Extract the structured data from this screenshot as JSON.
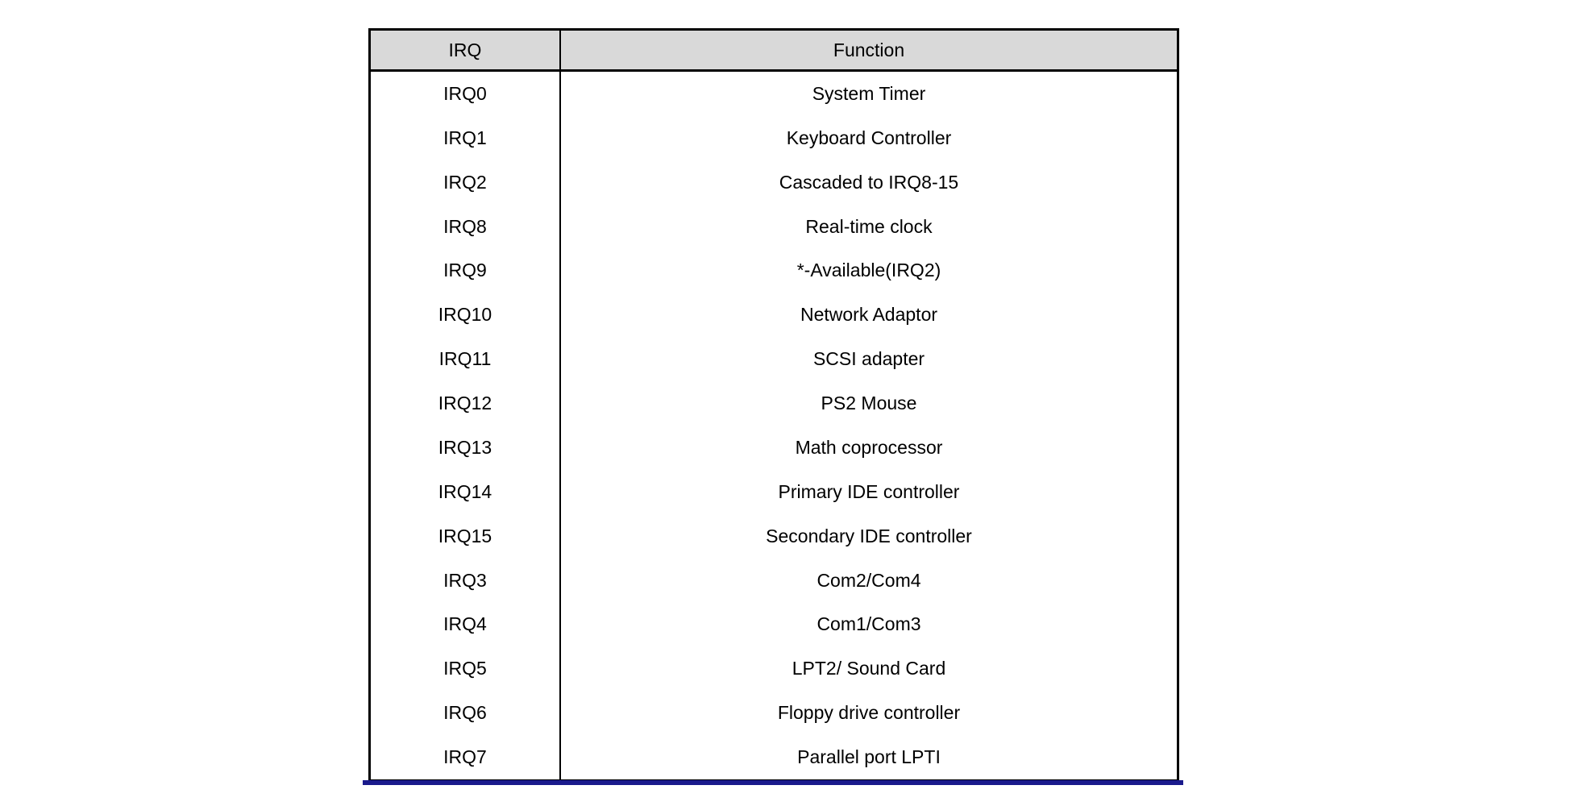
{
  "table": {
    "headers": {
      "irq": "IRQ",
      "function": "Function"
    },
    "rows": [
      {
        "irq": "IRQ0",
        "function": "System Timer"
      },
      {
        "irq": "IRQ1",
        "function": "Keyboard Controller"
      },
      {
        "irq": "IRQ2",
        "function": "Cascaded to IRQ8-15"
      },
      {
        "irq": "IRQ8",
        "function": "Real-time clock"
      },
      {
        "irq": "IRQ9",
        "function": "*-Available(IRQ2)"
      },
      {
        "irq": "IRQ10",
        "function": "Network Adaptor"
      },
      {
        "irq": "IRQ11",
        "function": "SCSI adapter"
      },
      {
        "irq": "IRQ12",
        "function": "PS2 Mouse"
      },
      {
        "irq": "IRQ13",
        "function": "Math coprocessor"
      },
      {
        "irq": "IRQ14",
        "function": "Primary IDE controller"
      },
      {
        "irq": "IRQ15",
        "function": "Secondary IDE controller"
      },
      {
        "irq": "IRQ3",
        "function": "Com2/Com4"
      },
      {
        "irq": "IRQ4",
        "function": "Com1/Com3"
      },
      {
        "irq": "IRQ5",
        "function": "LPT2/ Sound Card"
      },
      {
        "irq": "IRQ6",
        "function": "Floppy drive controller"
      },
      {
        "irq": "IRQ7",
        "function": "Parallel port LPTI"
      }
    ],
    "colors": {
      "header_bg": "#d9d9d9",
      "border": "#000000",
      "accent_line": "#1a1a8c"
    }
  }
}
